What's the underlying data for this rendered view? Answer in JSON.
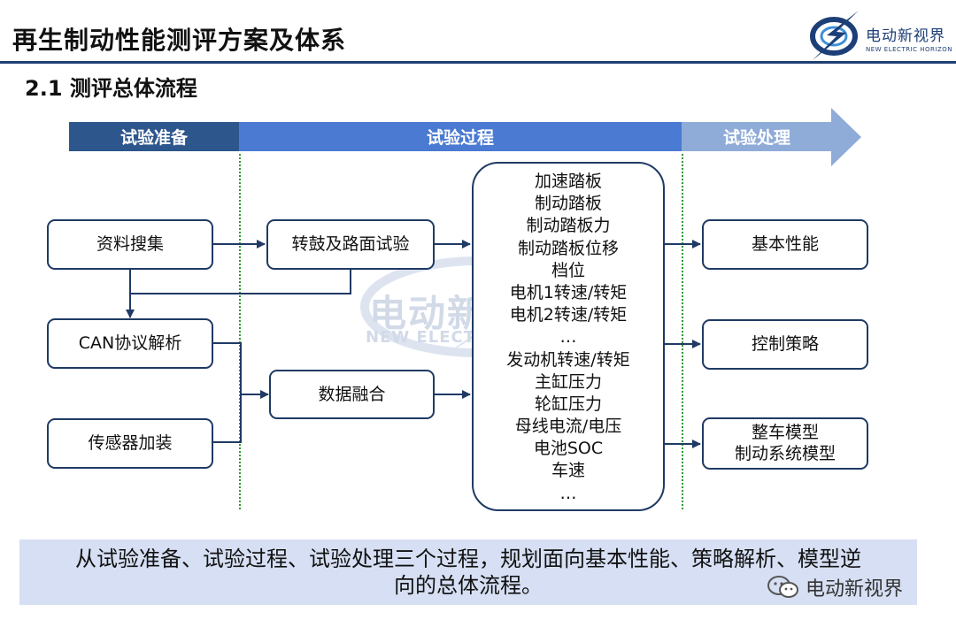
{
  "header": {
    "title": "再生制动性能测评方案及体系",
    "logo_cn": "电动新视界",
    "logo_en": "NEW ELECTRIC HORIZON"
  },
  "section_title": "2.1 测评总体流程",
  "phases": {
    "prep": "试验准备",
    "process": "试验过程",
    "post": "试验处理"
  },
  "prep_nodes": {
    "data_collection": "资料搜集",
    "can_parsing": "CAN协议解析",
    "sensor_install": "传感器加装"
  },
  "process_nodes": {
    "drum_road_test": "转鼓及路面试验",
    "data_fusion": "数据融合"
  },
  "parameters": [
    "加速踏板",
    "制动踏板",
    "制动踏板力",
    "制动踏板位移",
    "档位",
    "电机1转速/转矩",
    "电机2转速/转矩",
    "…",
    "发动机转速/转矩",
    "主缸压力",
    "轮缸压力",
    "母线电流/电压",
    "电池SOC",
    "车速",
    "…"
  ],
  "outputs": {
    "basic_performance": "基本性能",
    "control_strategy": "控制策略",
    "vehicle_model": "整车模型",
    "braking_model": "制动系统模型"
  },
  "watermark": {
    "cn": "电动新视界",
    "en": "NEW ELECTRIC HORIZON"
  },
  "summary": {
    "line1": "从试验准备、试验过程、试验处理三个过程，规划面向基本性能、策略解析、模型逆",
    "line2": "向的总体流程。"
  },
  "wechat_label": "电动新视界",
  "colors": {
    "phase_prep": "#2d568c",
    "phase_process": "#4a7ad1",
    "phase_post": "#8fabd8",
    "box_border": "#1f3a64",
    "separator": "#2f9a2f",
    "summary_bg": "#d6dff3"
  }
}
